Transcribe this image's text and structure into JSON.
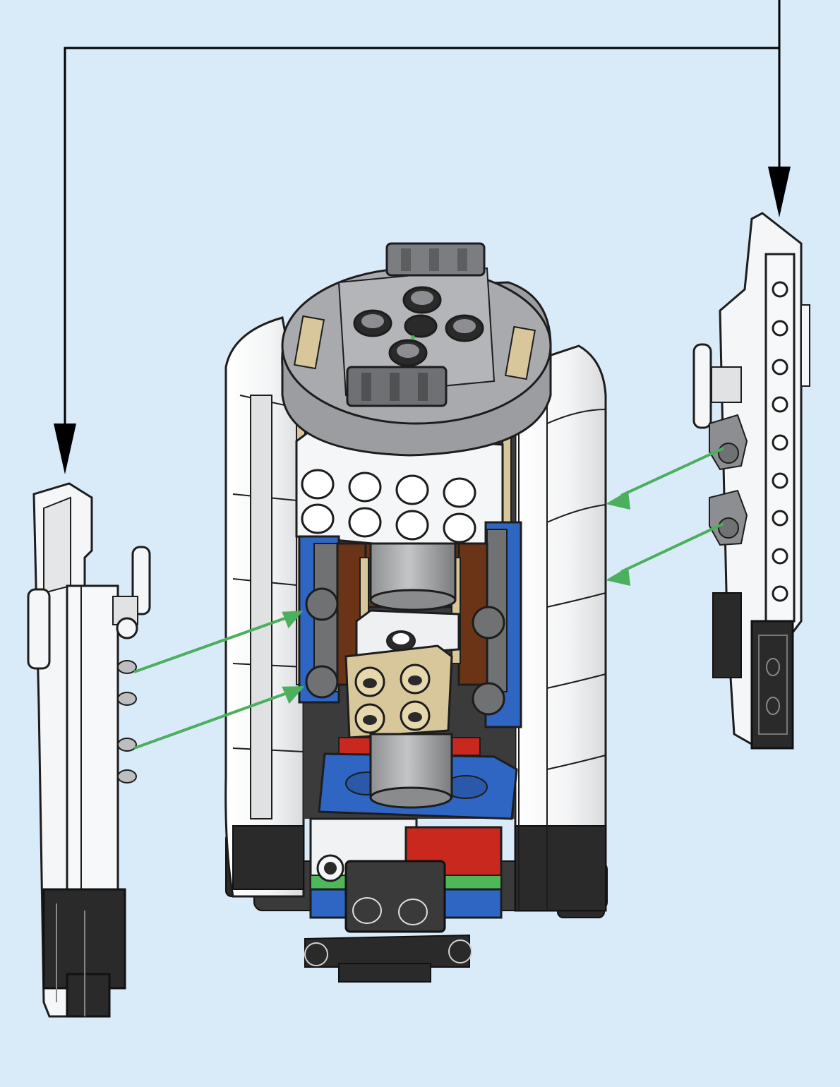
{
  "page": {
    "background": "#d9eaf9",
    "type": "building-instruction-step"
  },
  "callout": {
    "line_color": "#000000",
    "targets": [
      "left-pillar",
      "right-pillar"
    ]
  },
  "arrows": {
    "color": "#4caf5e",
    "count": 4
  },
  "parts": {
    "white": "#f4f6f7",
    "light_gray": "#bcbec0",
    "dark_gray": "#6d6e70",
    "blue": "#2f66c4",
    "red": "#c8281e",
    "brown": "#6b3416",
    "tan": "#d8c79a",
    "green": "#4cb85a",
    "black": "#2a2a2a"
  }
}
